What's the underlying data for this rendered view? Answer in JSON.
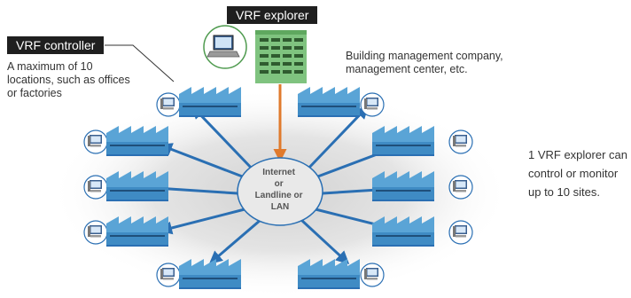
{
  "explorer_label": "VRF explorer",
  "controller_label": "VRF controller",
  "controller_note": "A maximum of 10 locations, such as offices or factories",
  "company_note_lines": [
    "Building management company,",
    "management center, etc."
  ],
  "hub_lines": [
    "Internet",
    "or",
    "Landline or",
    "LAN"
  ],
  "summary_note": "1 VRF explorer can control or monitor up to 10 sites.",
  "colors": {
    "arrow_blue": "#2a6fb3",
    "uplink_orange": "#e07a2c",
    "building_green": "#7fc37f",
    "factory_blue": "#5aa4d6",
    "label_bg": "#1f1f1f"
  },
  "icons": [
    "computer-monitor-icon",
    "factory-building-icon",
    "office-building-icon",
    "laptop-icon"
  ]
}
